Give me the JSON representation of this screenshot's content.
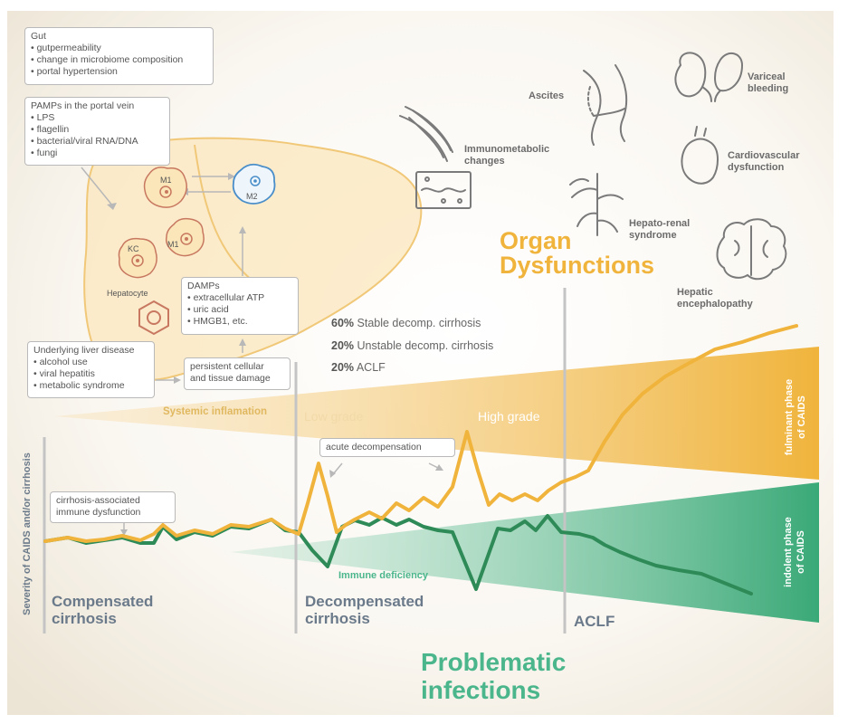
{
  "gut_box": {
    "title": "Gut",
    "items": [
      "gutpermeability",
      "change in microbiome composition",
      "portal hypertension"
    ]
  },
  "pamps_box": {
    "title": "PAMPs in the portal vein",
    "items": [
      "LPS",
      "flagellin",
      "bacterial/viral RNA/DNA",
      "fungi"
    ]
  },
  "damps_box": {
    "title": "DAMPs",
    "items": [
      "extracellular ATP",
      "uric acid",
      "HMGB1, etc."
    ]
  },
  "underlying_box": {
    "title": "Underlying liver disease",
    "items": [
      "alcohol use",
      "viral hepatitis",
      "metabolic syndrome"
    ]
  },
  "damage_box": {
    "lines": [
      "persistent cellular",
      "and tissue damage"
    ]
  },
  "immune_dysfunction_box": {
    "lines": [
      "cirrhosis-associated",
      "immune dysfunction"
    ]
  },
  "acute_box": {
    "text": "acute decompensation"
  },
  "cells": {
    "m1_top": "M1",
    "m2": "M2",
    "kc": "KC",
    "m1_bottom": "M1",
    "hepatocyte": "Hepatocyte"
  },
  "stats": [
    {
      "pct": "60%",
      "label": "Stable decomp. cirrhosis"
    },
    {
      "pct": "20%",
      "label": "Unstable decomp. cirrhosis"
    },
    {
      "pct": "20%",
      "label": "ACLF"
    }
  ],
  "organ": {
    "ascites": "Ascites",
    "variceal": [
      "Variceal",
      "bleeding"
    ],
    "immunometabolic": [
      "Immunometabolic",
      "changes"
    ],
    "cardio": [
      "Cardiovascular",
      "dysfunction"
    ],
    "hepatorenal": [
      "Hepato-renal",
      "syndrome"
    ],
    "encephalopathy": [
      "Hepatic",
      "encephalopathy"
    ],
    "title": [
      "Organ",
      "Dysfunctions"
    ]
  },
  "bands": {
    "systemic": "Systemic inflamation",
    "immune_def": "Immune deficiency",
    "low_grade": "Low grade",
    "high_grade": "High grade",
    "fulminant": [
      "fulminant phase",
      "of CAIDS"
    ],
    "indolent": [
      "indolent phase",
      "of CAIDS"
    ]
  },
  "stages": {
    "compensated": [
      "Compensated",
      "cirrhosis"
    ],
    "decompensated": [
      "Decompensated",
      "cirrhosis"
    ],
    "aclf": "ACLF"
  },
  "problematic": [
    "Problematic",
    "infections"
  ],
  "y_axis": "Severity of CAIDS and/or cirrhosis",
  "colors": {
    "orange": "#f0b43c",
    "green": "#2e8b57",
    "grey": "#bdbdbd",
    "teal": "#4bb68b",
    "liver_fill": "#fbe6b9",
    "cell": "#c87860",
    "m2": "#4a8ec9"
  }
}
